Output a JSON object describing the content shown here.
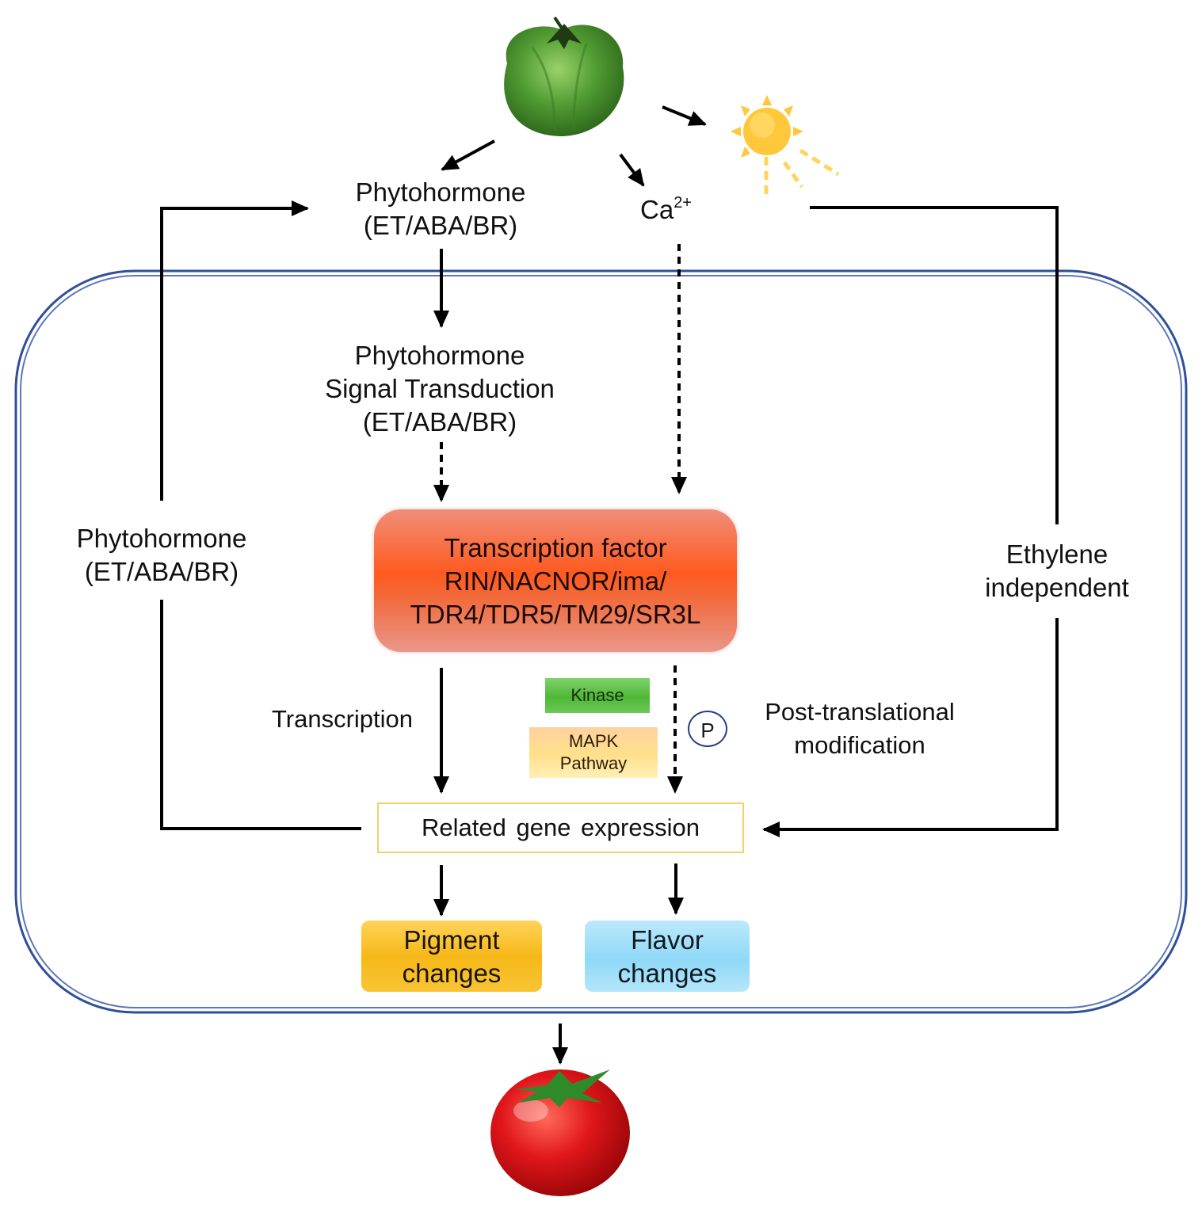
{
  "top_signals": {
    "phytohormone_title": "Phytohormone",
    "phytohormone_sub": "(ET/ABA/BR)",
    "calcium_base": "Ca",
    "calcium_charge": "2+"
  },
  "signal_transduction": {
    "line1": "Phytohormone",
    "line2": "Signal Transduction",
    "line3": "(ET/ABA/BR)"
  },
  "transcription_factor": {
    "line1": "Transcription factor",
    "line2": "RIN/NACNOR/ima/",
    "line3": "TDR4/TDR5/TM29/SR3L"
  },
  "left_feedback": {
    "line1": "Phytohormone",
    "line2": "(ET/ABA/BR)"
  },
  "right_branch": {
    "line1": "Ethylene",
    "line2": "independent"
  },
  "transcription_label": "Transcription",
  "kinase_label": "Kinase",
  "mapk": {
    "line1": "MAPK",
    "line2": "Pathway"
  },
  "phospho_badge": "P",
  "ptm": {
    "line1": "Post-translational",
    "line2": "modification"
  },
  "related_gene_expression": "Related gene expression",
  "pigment": {
    "line1": "Pigment",
    "line2": "changes"
  },
  "flavor": {
    "line1": "Flavor",
    "line2": "changes"
  },
  "colors": {
    "cell_membrane": "#2f4f9a",
    "arrow": "#000000",
    "transcription_factor": "#ff5a1e",
    "kinase": "#4fb736",
    "mapk": "#ffe08a",
    "related_gene_border": "#f0d26a",
    "pigment": "#f6b818",
    "flavor": "#8fd9f7",
    "sun": "#ffc83a",
    "green_tomato": "#5aa83a",
    "red_tomato": "#e0161a"
  },
  "icons": {
    "green_tomato": "unripe-green-tomato-icon",
    "sun": "sun-icon",
    "red_tomato": "ripe-red-tomato-icon"
  }
}
